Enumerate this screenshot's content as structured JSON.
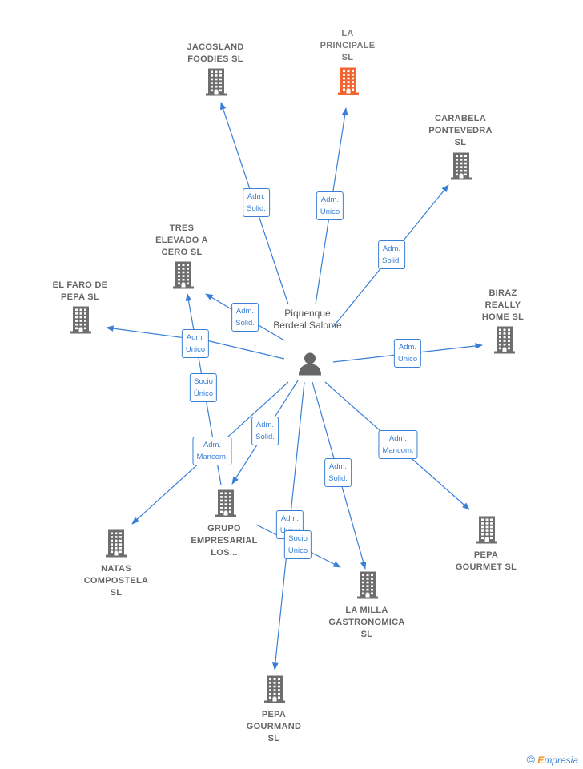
{
  "person": {
    "name": "Piquenque Berdeal Salome"
  },
  "companies": [
    {
      "id": "jacosland",
      "name": "JACOSLAND FOODIES SL",
      "lines": [
        "JACOSLAND",
        "FOODIES  SL"
      ],
      "highlight": false
    },
    {
      "id": "laprincipale",
      "name": "LA PRINCIPALE SL",
      "lines": [
        "LA",
        "PRINCIPALE",
        "SL"
      ],
      "highlight": true
    },
    {
      "id": "carabela",
      "name": "CARABELA PONTEVEDRA SL",
      "lines": [
        "CARABELA",
        "PONTEVEDRA",
        "SL"
      ],
      "highlight": false
    },
    {
      "id": "tres",
      "name": "TRES ELEVADO A CERO SL",
      "lines": [
        "TRES",
        "ELEVADO A",
        "CERO  SL"
      ],
      "highlight": false
    },
    {
      "id": "elfaro",
      "name": "EL FARO DE PEPA SL",
      "lines": [
        "EL FARO DE",
        "PEPA  SL"
      ],
      "highlight": false
    },
    {
      "id": "biraz",
      "name": "BIRAZ REALLY HOME SL",
      "lines": [
        "BIRAZ",
        "REALLY",
        "HOME  SL"
      ],
      "highlight": false
    },
    {
      "id": "grupo",
      "name": "GRUPO EMPRESARIAL LOS...",
      "lines": [
        "GRUPO",
        "EMPRESARIAL",
        "LOS..."
      ],
      "highlight": false
    },
    {
      "id": "natas",
      "name": "NATAS COMPOSTELA SL",
      "lines": [
        "NATAS",
        "COMPOSTELA",
        "SL"
      ],
      "highlight": false
    },
    {
      "id": "pepagourmet",
      "name": "PEPA GOURMET SL",
      "lines": [
        "PEPA",
        "GOURMET  SL"
      ],
      "highlight": false
    },
    {
      "id": "lamilla",
      "name": "LA MILLA GASTRONOMICA SL",
      "lines": [
        "LA MILLA",
        "GASTRONOMICA",
        "SL"
      ],
      "highlight": false
    },
    {
      "id": "pepagourmand",
      "name": "PEPA GOURMAND SL",
      "lines": [
        "PEPA",
        "GOURMAND",
        "SL"
      ],
      "highlight": false
    }
  ],
  "edges": [
    {
      "from": "person",
      "to": "jacosland",
      "label": [
        "Adm.",
        "Solid."
      ]
    },
    {
      "from": "person",
      "to": "laprincipale",
      "label": [
        "Adm.",
        "Unico"
      ]
    },
    {
      "from": "person",
      "to": "carabela",
      "label": [
        "Adm.",
        "Solid."
      ]
    },
    {
      "from": "person",
      "to": "tres",
      "label": [
        "Adm.",
        "Solid."
      ]
    },
    {
      "from": "person",
      "to": "elfaro",
      "label": [
        "Adm.",
        "Unico"
      ]
    },
    {
      "from": "person",
      "to": "biraz",
      "label": [
        "Adm.",
        "Unico"
      ]
    },
    {
      "from": "person",
      "to": "grupo",
      "label": [
        "Adm.",
        "Solid."
      ]
    },
    {
      "from": "person",
      "to": "natas",
      "label": [
        "Adm.",
        "Mancom."
      ]
    },
    {
      "from": "person",
      "to": "pepagourmet",
      "label": [
        "Adm.",
        "Mancom."
      ]
    },
    {
      "from": "person",
      "to": "lamilla",
      "label": [
        "Adm.",
        "Solid."
      ]
    },
    {
      "from": "person",
      "to": "pepagourmand",
      "label": [
        "Adm.",
        "Unico"
      ]
    },
    {
      "from": "grupo",
      "to": "tres",
      "label": [
        "Socio",
        "Único"
      ]
    },
    {
      "from": "grupo",
      "to": "lamilla",
      "label": [
        "Socio",
        "Único"
      ]
    }
  ],
  "colors": {
    "node": "#6e6e6e",
    "highlight": "#f26430",
    "edge": "#3a7fd5",
    "person": "#666666"
  },
  "footer": {
    "copyright": "©",
    "brand_initial": "E",
    "brand_rest": "mpresia"
  }
}
